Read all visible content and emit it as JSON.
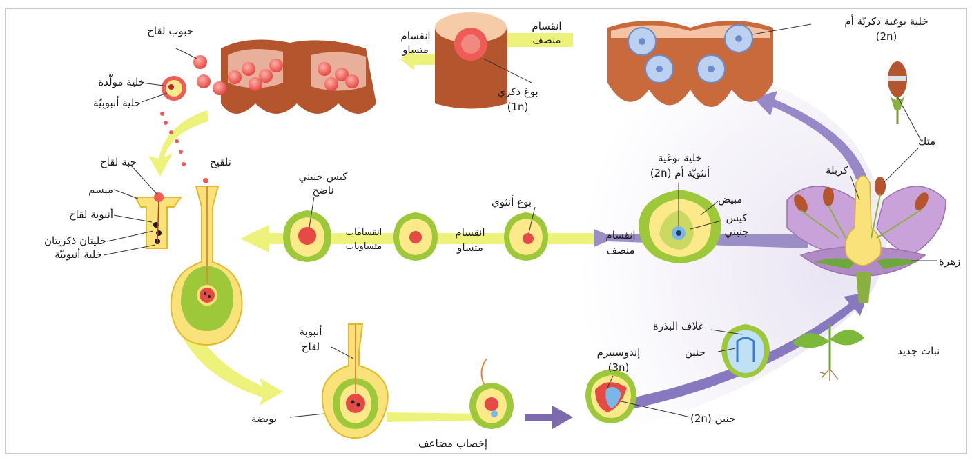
{
  "labels": {
    "pollen_grains": "حبوب لقاح",
    "generative_cell": "خلية مولّدة",
    "tube_cell_top": "خلية أنبوبيّة",
    "mitosis_top": "انقسام\nمتساو",
    "meiosis_top": "انقسام\nمنصف",
    "microspore": "بوغ ذكري\n(1n)",
    "microspore_mother": "خلية بوغية ذكريّة أم\n(2n)",
    "anther": "متك",
    "carpel": "كربلة",
    "flower": "زهرة",
    "pollination": "تلقيح",
    "pollen_grain": "حبة لقاح",
    "stigma": "ميسم",
    "pollen_tube_left": "أنبوبة لقاح",
    "two_sperm": "خليتان ذكريتان",
    "tube_cell_left": "خلية أنبوبيّة",
    "mature_sac": "كيس جنيني\nناضح",
    "megaspore": "بوغ أنثوي",
    "megaspore_mother": "خلية بوغية\nأنثويّة أم (2n)",
    "ovary": "مبيض",
    "embryo_sac": "كيس\nجنيني",
    "mitosis_mid": "انقسام\nمتساو",
    "mitoses_mid": "انقسامات\nمتساويات",
    "meiosis_mid": "انقسام\nمنصف",
    "pollen_tube_bottom": "أنبوبة\nلقاح",
    "ovule": "بويضة",
    "double_fertilization": "إخصاب مضاعف",
    "endosperm": "إندوسبيرم\n(3n)",
    "embryo_2n": "جنين (2n)",
    "seed_coat": "غلاف البذرة",
    "embryo": "جنين",
    "new_plant": "نبات جديد"
  },
  "colors": {
    "sporophyte_arrow": "#8878c0",
    "gametophyte_arrow": "#ecf27a",
    "tissue": "#b5552e",
    "pollen": "#ef5c57",
    "ovule_green": "#9cc83a",
    "ovule_yellow": "#fbe98a",
    "petal": "#c8a2d8"
  }
}
